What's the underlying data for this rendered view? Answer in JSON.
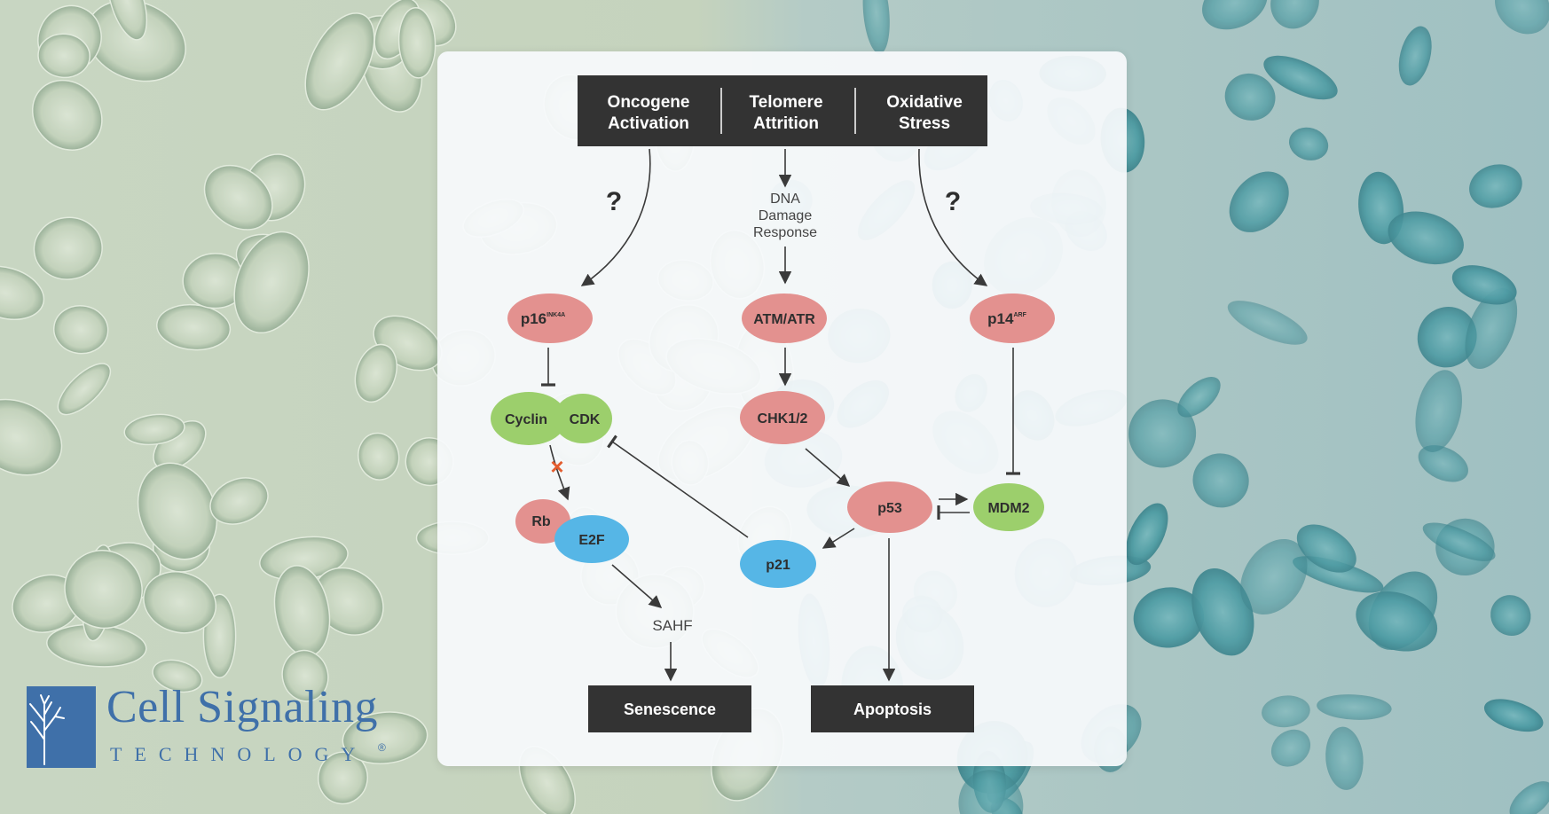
{
  "colors": {
    "background_left": "#c4d2bc",
    "background_right": "#a9c5c6",
    "cell_teal": "#3f9aa2",
    "dark_box": "#333333",
    "red_node": "#e3918f",
    "green_node": "#9ccf6c",
    "blue_node": "#56b6e6",
    "arrow": "#3a3a3a",
    "inhibit_mark": "#e35d2f",
    "brand": "#3f70a9"
  },
  "stimuli": [
    {
      "line1": "Oncogene",
      "line2": "Activation"
    },
    {
      "line1": "Telomere",
      "line2": "Attrition"
    },
    {
      "line1": "Oxidative",
      "line2": "Stress"
    }
  ],
  "question_marks": [
    "?",
    "?"
  ],
  "dna_damage_response": [
    "DNA",
    "Damage",
    "Response"
  ],
  "nodes": {
    "p16": {
      "base": "p16",
      "sup": "INK4A"
    },
    "atm_atr": "ATM/ATR",
    "p14": {
      "base": "p14",
      "sup": "ARF"
    },
    "cyclin": "Cyclin",
    "cdk": "CDK",
    "chk": "CHK1/2",
    "rb": "Rb",
    "e2f": "E2F",
    "p53": "p53",
    "mdm2": "MDM2",
    "p21": "p21"
  },
  "inhibit_mark_symbol": "×",
  "sahf": "SAHF",
  "outcomes": {
    "senescence": "Senescence",
    "apoptosis": "Apoptosis"
  },
  "logo": {
    "name": "Cell Signaling",
    "sub": "TECHNOLOGY",
    "reg": "®"
  }
}
